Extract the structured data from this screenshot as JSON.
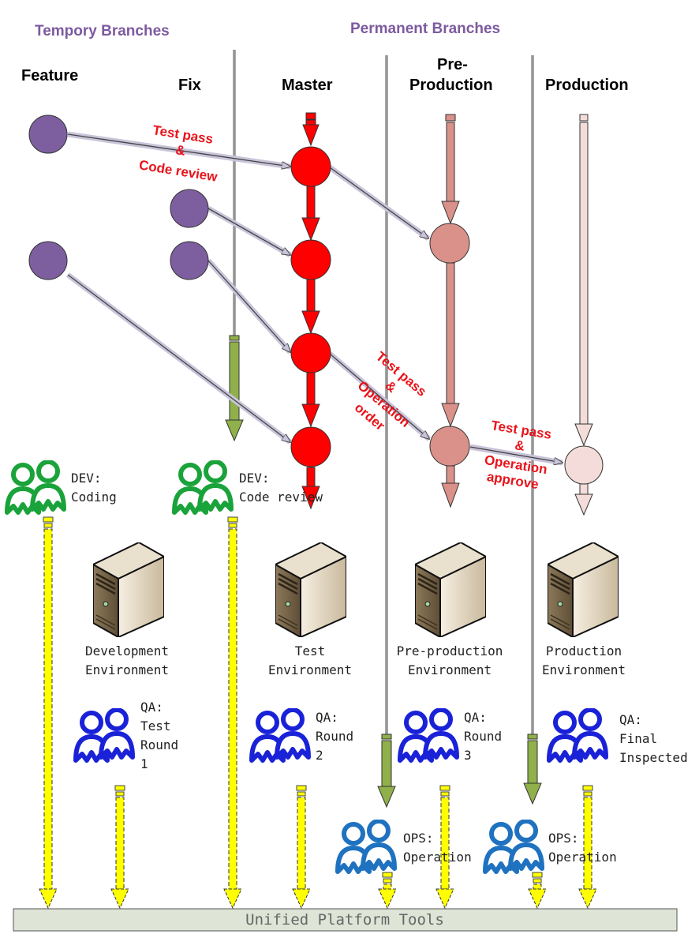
{
  "categories": {
    "temporary": "Tempory Branches",
    "permanent": "Permanent Branches"
  },
  "branches": {
    "feature": "Feature",
    "fix": "Fix",
    "master": "Master",
    "preprod_line1": "Pre-",
    "preprod_line2": "Production",
    "production": "Production"
  },
  "annotations": {
    "merge_feature": [
      "Test pass",
      "&",
      "Code review"
    ],
    "merge_preprod": [
      "Test pass",
      "&",
      "Operation",
      "order"
    ],
    "merge_prod": [
      "Test pass",
      "&",
      "Operation",
      "approve"
    ]
  },
  "roles": {
    "dev_coding": [
      "DEV:",
      "Coding"
    ],
    "dev_review": [
      "DEV:",
      "Code review"
    ],
    "qa_round1": [
      "QA:",
      "Test",
      "Round",
      "1"
    ],
    "qa_round2": [
      "QA:",
      "Round",
      "2"
    ],
    "qa_round3": [
      "QA:",
      "Round",
      "3"
    ],
    "qa_final": [
      "QA:",
      "Final",
      "Inspected"
    ],
    "ops_1": [
      "OPS:",
      "Operation"
    ],
    "ops_2": [
      "OPS:",
      "Operation"
    ]
  },
  "environments": {
    "development": [
      "Development",
      "Environment"
    ],
    "test": [
      "Test",
      "Environment"
    ],
    "preproduction": [
      "Pre-production",
      "Environment"
    ],
    "production": [
      "Production",
      "Environment"
    ]
  },
  "footer": "Unified Platform Tools",
  "colors": {
    "feature_node": "#7d5fa0",
    "master_node": "#ff0000",
    "preprod_node": "#d9918a",
    "prod_node": "#f3dcd9",
    "dev_person": "#1aa33a",
    "qa_person": "#1a22d8",
    "ops_person": "#1f72c0",
    "flow_yellow": "#ffff00",
    "ops_arrow_green": "#8fb04a",
    "annotation_red": "#e8141b",
    "category_purple": "#7d5a9f"
  },
  "icons": [
    "person-pair-icon",
    "server-icon"
  ]
}
